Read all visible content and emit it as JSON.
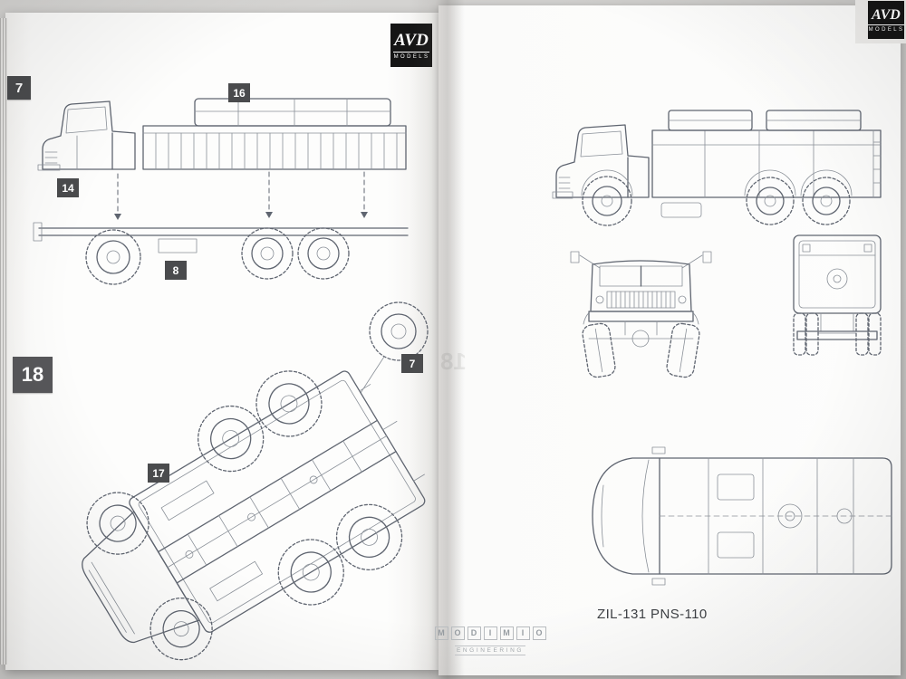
{
  "colors": {
    "badge_bg": "#4a4b4d",
    "logo_black": "#151515",
    "line_art": "#5f6570"
  },
  "left_page": {
    "step_badges": [
      {
        "label": "7"
      },
      {
        "label": "18"
      }
    ],
    "callouts": [
      {
        "label": "16"
      },
      {
        "label": "14"
      },
      {
        "label": "8"
      },
      {
        "label": "7"
      },
      {
        "label": "17"
      }
    ]
  },
  "right_page": {
    "caption": "ZIL-131 PNS-110"
  },
  "logos": {
    "avd": {
      "name": "AVD",
      "sub": "MODELS"
    },
    "avd_corner": {
      "name": "AVD",
      "sub": "MODELS"
    },
    "modimio": {
      "letters": [
        "M",
        "O",
        "D",
        "I",
        "M",
        "I",
        "O"
      ],
      "sub": "ENGINEERING"
    }
  },
  "ghosts": [
    {
      "label": "18"
    }
  ]
}
